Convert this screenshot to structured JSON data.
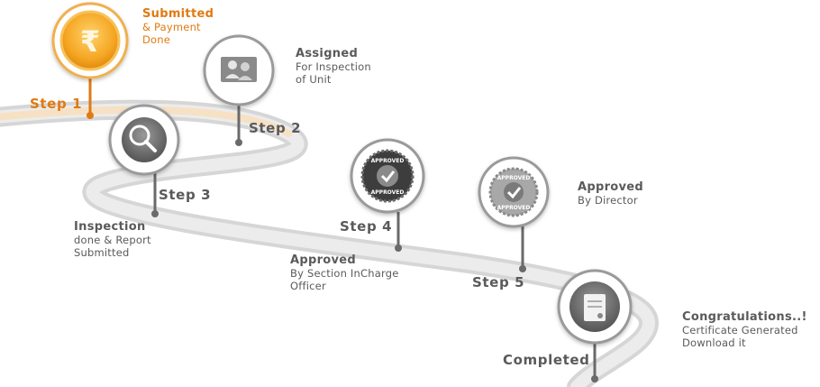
{
  "steps": [
    {
      "label": "Step 1",
      "title": "Submitted",
      "desc": [
        "& Payment",
        "Done"
      ],
      "icon": "rupee-coin-icon",
      "color": "#e07a12"
    },
    {
      "label": "Step 2",
      "title": "Assigned",
      "desc": [
        "For Inspection",
        "of Unit"
      ],
      "icon": "inspectors-icon"
    },
    {
      "label": "Step 3",
      "title": "Inspection",
      "desc": [
        "done & Report",
        "Submitted"
      ],
      "icon": "magnifier-icon"
    },
    {
      "label": "Step 4",
      "title": "Approved",
      "desc": [
        "By Section InCharge",
        "Officer"
      ],
      "icon": "approved-stamp-icon"
    },
    {
      "label": "Step 5",
      "title": "Approved",
      "desc": [
        "By Director"
      ],
      "icon": "approved-stamp-icon"
    }
  ],
  "completed": {
    "label": "Completed",
    "title": "Congratulations..!",
    "desc": [
      "Certificate Generated",
      "Download it"
    ],
    "icon": "certificate-icon"
  },
  "stamp_text": "APPROVED"
}
